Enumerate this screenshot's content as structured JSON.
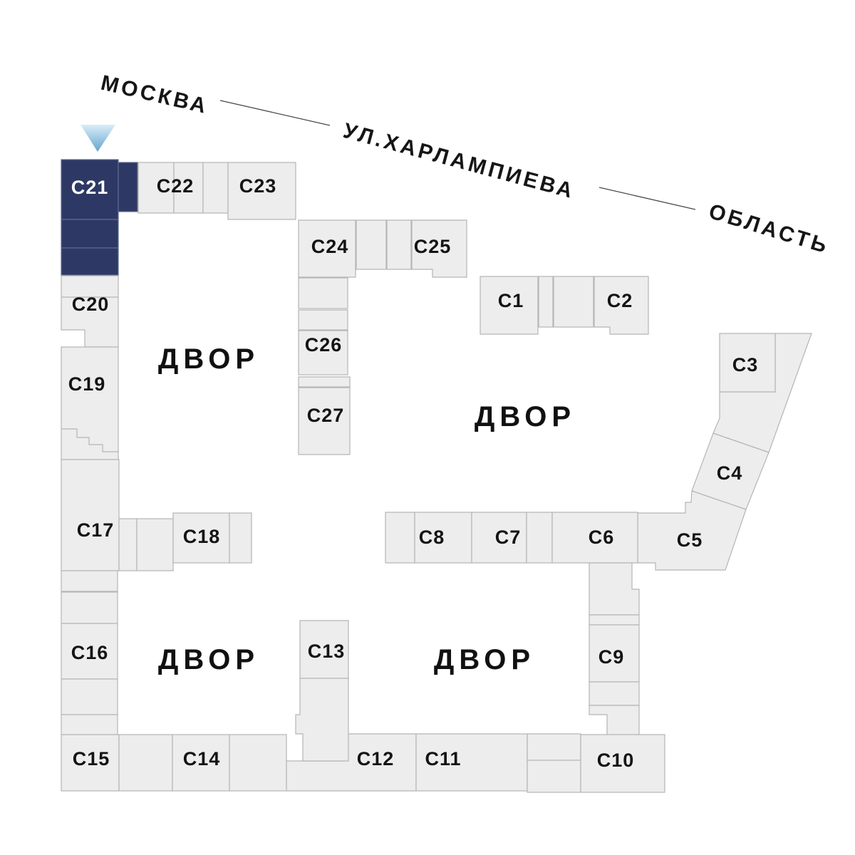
{
  "street": {
    "from_label": "МОСКВА",
    "name_label": "УЛ.ХАРЛАМПИЕВА",
    "to_label": "ОБЛАСТЬ"
  },
  "courtyards": {
    "top_left": "ДВОР",
    "top_right": "ДВОР",
    "bottom_left": "ДВОР",
    "bottom_right": "ДВОР"
  },
  "selected_building": "С21",
  "buildings": {
    "c1": {
      "label": "С1"
    },
    "c2": {
      "label": "С2"
    },
    "c3": {
      "label": "С3"
    },
    "c4": {
      "label": "С4"
    },
    "c5": {
      "label": "С5"
    },
    "c6": {
      "label": "С6"
    },
    "c7": {
      "label": "С7"
    },
    "c8": {
      "label": "С8"
    },
    "c9": {
      "label": "С9"
    },
    "c10": {
      "label": "С10"
    },
    "c11": {
      "label": "С11"
    },
    "c12": {
      "label": "С12"
    },
    "c13": {
      "label": "С13"
    },
    "c14": {
      "label": "С14"
    },
    "c15": {
      "label": "С15"
    },
    "c16": {
      "label": "С16"
    },
    "c17": {
      "label": "С17"
    },
    "c18": {
      "label": "С18"
    },
    "c19": {
      "label": "С19"
    },
    "c20": {
      "label": "С20"
    },
    "c21": {
      "label": "С21",
      "selected": true
    },
    "c22": {
      "label": "С22"
    },
    "c23": {
      "label": "С23"
    },
    "c24": {
      "label": "С24"
    },
    "c25": {
      "label": "С25"
    },
    "c26": {
      "label": "С26"
    },
    "c27": {
      "label": "С27"
    }
  },
  "colors": {
    "selected_fill": "#2d3964",
    "building_fill": "#ededed",
    "border": "#b5b5b5",
    "arrow_top": "#d9edf8",
    "arrow_bottom": "#64a5ce"
  }
}
